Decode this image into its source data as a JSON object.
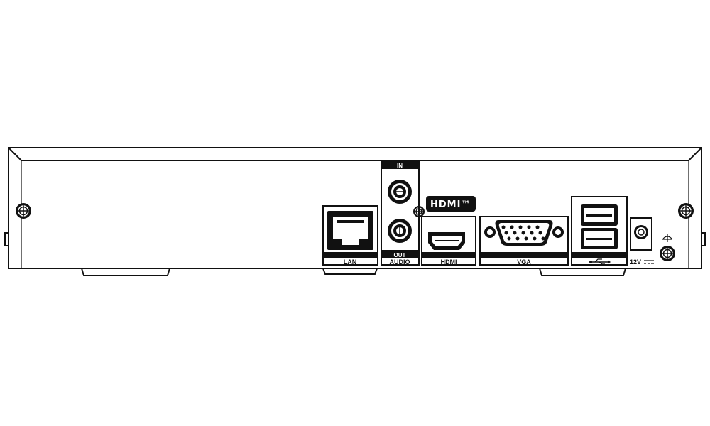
{
  "panel": {
    "lan": {
      "label": "LAN"
    },
    "audio": {
      "in_label": "IN",
      "out_label": "OUT",
      "label": "AUDIO"
    },
    "hdmi": {
      "logo": "HDMI™",
      "label": "HDMI"
    },
    "vga": {
      "label": "VGA"
    },
    "usb": {
      "icon": "usb-icon"
    },
    "power": {
      "label": "12V",
      "icon": "dc-power-icon"
    },
    "ground": {
      "icon": "ground-icon"
    }
  }
}
